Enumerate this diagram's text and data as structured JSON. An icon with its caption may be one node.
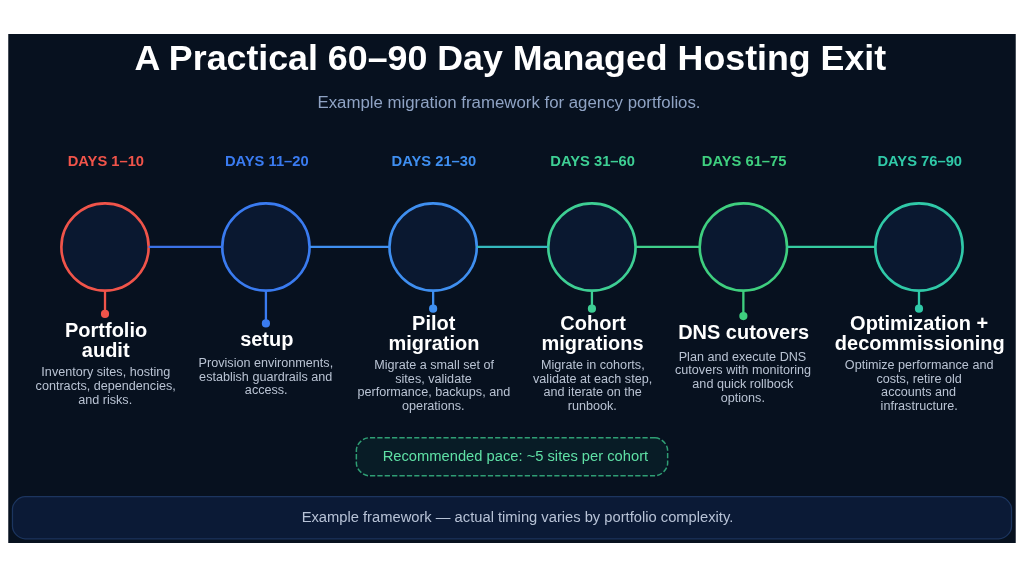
{
  "diagram": {
    "title": "A Practical 60–90 Day Managed Hosting Exit",
    "nodes": [
      {
        "text": [],
        "shape": "circle",
        "beside": [
          "DAYS 1–10"
        ]
      },
      {
        "text": [
          "Portfolio audit",
          "Inventory sites, hosting contracts, dependencies, and risks."
        ]
      },
      {
        "text": [],
        "shape": "circle",
        "beside": [
          "DAYS 11–20"
        ]
      },
      {
        "text": [
          "setup",
          "Provision environments, establish guardrails and access."
        ]
      },
      {
        "text": [],
        "shape": "circle",
        "beside": [
          "DAYS 21–30"
        ]
      },
      {
        "text": [
          "Pilot migration",
          "Migrate a small set of sites, validate performance, backups, and operations."
        ]
      },
      {
        "text": [],
        "shape": "circle",
        "beside": [
          "DAYS 31–60"
        ]
      },
      {
        "text": [
          "Cohort migrations",
          "Migrate in cohorts, validate at each step, and iterate on the runbook."
        ]
      },
      {
        "text": [],
        "shape": "circle",
        "beside": [
          "DAYS 61–75"
        ]
      },
      {
        "text": [
          "DNS cutovers",
          "Plan and execute DNS cutovers with monitoring and quick rollbock options."
        ]
      },
      {
        "text": [],
        "shape": "circle",
        "beside": [
          "DAYS 76–90"
        ]
      },
      {
        "text": [
          "Optimization + decommissioning",
          "Optimize performance and costs, retire old accounts and infrastructure."
        ]
      },
      {
        "text": [
          "Recommended pace: ~5 sites per cohort"
        ]
      },
      {
        "text": [
          "Example framework — actual timing varies by portfolio complexity."
        ]
      }
    ],
    "edges": [
      {
        "from": 0,
        "to": 1,
        "arrow": "other",
        "color": "#f0544a"
      },
      {
        "from": 0,
        "to": 2,
        "arrow": "none",
        "color": "#3b72e6"
      },
      {
        "from": 2,
        "to": 3,
        "arrow": "other",
        "color": "#3a7bf0"
      },
      {
        "from": 2,
        "to": 4,
        "arrow": "none",
        "color": "#3f8ff0"
      },
      {
        "from": 4,
        "to": 5,
        "arrow": "other",
        "color": "#3f8ff0"
      },
      {
        "from": 4,
        "to": 6,
        "arrow": "none",
        "color": "#34b9bd"
      },
      {
        "from": 6,
        "to": 7,
        "arrow": "other",
        "color": "#3ecf94"
      },
      {
        "from": 6,
        "to": 8,
        "arrow": "none",
        "color": "#3fcf8a"
      },
      {
        "from": 8,
        "to": 9,
        "arrow": "other",
        "color": "#3fcf7f"
      },
      {
        "from": 8,
        "to": 10,
        "arrow": "none",
        "color": "#35cba0"
      },
      {
        "from": 10,
        "to": 11,
        "arrow": "other",
        "color": "#30c9a8"
      }
    ],
    "labels": [
      "Example migration framework for agency portfolios."
    ]
  }
}
